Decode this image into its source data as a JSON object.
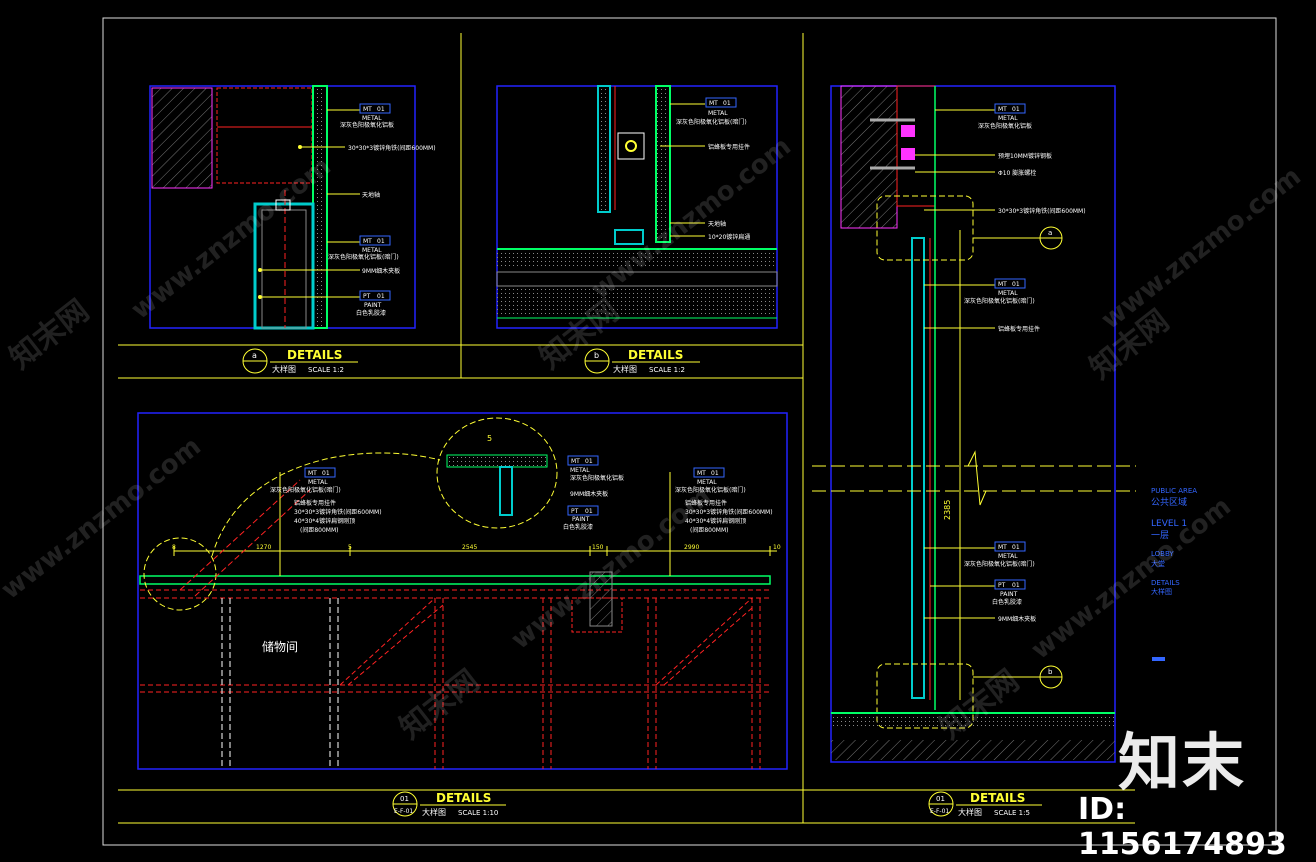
{
  "drawing": {
    "details_word": "DETAILS",
    "detail_a": {
      "marker": "a",
      "scale_cn": "大样图",
      "scale": "SCALE 1:2"
    },
    "detail_b": {
      "marker": "b",
      "scale_cn": "大样图",
      "scale": "SCALE 1:2"
    },
    "detail_efg": {
      "marker": "01",
      "sheet": "E-F-01",
      "scale_cn": "大样图",
      "scale": "SCALE 1:10"
    },
    "detail_section": {
      "marker": "01",
      "sheet": "E-F-01",
      "scale_cn": "大样图",
      "scale": "SCALE 1:5"
    }
  },
  "tags": {
    "mt": "MT",
    "mt_num": "01",
    "pt": "PT",
    "pt_num": "01"
  },
  "labels": {
    "metal": "METAL",
    "paint": "PAINT",
    "metal_desc": "深灰色阳极氧化铝板",
    "metal_desc_door": "深灰色阳极氧化铝板(暗门)",
    "angle_steel": "30*30*3镀锌角铁(间距600MM)",
    "ceiling_channel": "天地轴",
    "board_9mm": "9MM细木夹板",
    "paint_white": "白色乳胶漆",
    "special_hanger": "铝蜂板专用挂件",
    "steel_channel_b": "10*20镀锌扁通",
    "special_hanger_b": "铝蜂板专用挂件",
    "angle_40": "40*30*4镀锌扁钢刚顶",
    "spacing_800": "(间距800MM)",
    "embed_plate": "预埋10MM镀锌钢板",
    "bolt": "Φ10 膨胀螺栓",
    "storage": "储物间",
    "dim_5": "5",
    "dim_2385": "2385"
  },
  "dimensions": [
    "8",
    "1270",
    "5",
    "2545",
    "150",
    "2990",
    "10"
  ],
  "legend": {
    "area_en": "PUBLIC AREA",
    "area_cn": "公共区域",
    "level_en": "LEVEL 1",
    "level_cn": "一层",
    "room_en": "LOBBY",
    "room_cn": "大堂",
    "type_en": "DETAILS",
    "type_cn": "大样图"
  },
  "watermark": {
    "site": "www.znzmo.com",
    "site_cn": "知末网"
  },
  "brand": {
    "name": "知末",
    "id": "ID: 1156174893"
  },
  "colors": {
    "frame": "#ffffff",
    "border": "#2222ff",
    "annotation": "#ffff33",
    "steel": "#ff2222",
    "panel": "#00ff66",
    "cyan": "#00ffff"
  }
}
